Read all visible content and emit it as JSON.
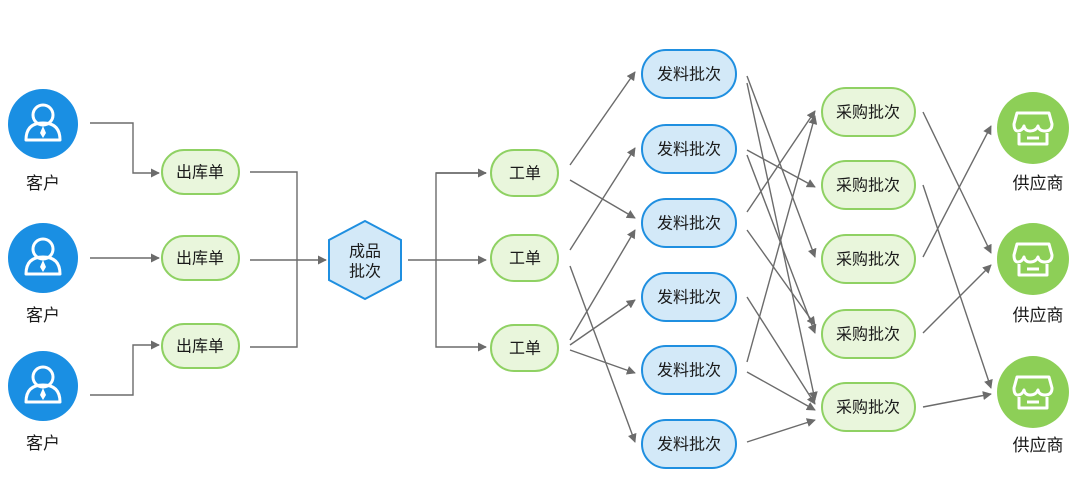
{
  "customers": [
    "客户",
    "客户",
    "客户"
  ],
  "outbound_orders": [
    "出库单",
    "出库单",
    "出库单"
  ],
  "finished_batch": [
    "成品",
    "批次"
  ],
  "work_orders": [
    "工单",
    "工单",
    "工单"
  ],
  "issue_batches": [
    "发料批次",
    "发料批次",
    "发料批次",
    "发料批次",
    "发料批次",
    "发料批次"
  ],
  "purchase_batches": [
    "采购批次",
    "采购批次",
    "采购批次",
    "采购批次",
    "采购批次"
  ],
  "suppliers": [
    "供应商",
    "供应商",
    "供应商"
  ],
  "colors": {
    "customer_blue": "#1a8fe3",
    "supplier_green": "#8dcf57",
    "pill_green_fill": "#e9f6dc",
    "pill_green_stroke": "#8fd163",
    "pill_blue_fill": "#d3e9f8",
    "pill_blue_stroke": "#1f8fe0",
    "arrow_gray": "#6b6b6b"
  }
}
